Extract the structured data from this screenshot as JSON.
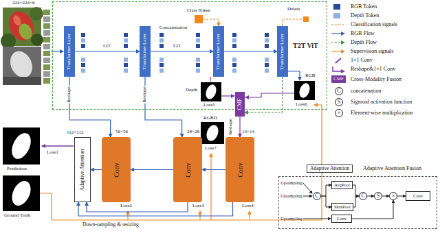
{
  "diagram": {
    "nodes": [
      {
        "text": [
          "T2T ViT"
        ]
      },
      {
        "text": [
          "Transformer Layer"
        ],
        "in": 0
      },
      {
        "text": [
          "Transformer Layer"
        ],
        "in": 0
      },
      {
        "text": [
          "Transformer Layer"
        ],
        "in": 0
      },
      {
        "text": [
          "Transformer Layer"
        ],
        "in": 0
      },
      {
        "text": [
          "Class Token"
        ],
        "in": 0
      },
      {
        "text": [
          "CMF"
        ]
      },
      {
        "text": [
          "56×56",
          "Conv"
        ]
      },
      {
        "text": [
          "28×28",
          "Conv"
        ]
      },
      {
        "text": [
          "14×14",
          "Conv"
        ]
      },
      {
        "text": [
          "112×112",
          "Adaptive Attention"
        ]
      },
      {
        "text": [
          "Adaptive Attention"
        ]
      },
      {
        "text": [
          "C"
        ],
        "in": 11
      },
      {
        "text": [
          "AvgPool"
        ],
        "in": 11
      },
      {
        "text": [
          "MaxPool"
        ],
        "in": 11
      },
      {
        "text": [
          "Conv"
        ],
        "in": 11
      },
      {
        "text": [
          "C"
        ],
        "in": 11
      },
      {
        "text": [
          "S"
        ],
        "in": 11
      },
      {
        "text": [
          "×"
        ],
        "in": 11
      },
      {
        "text": [
          "Conv"
        ],
        "in": 11
      }
    ],
    "edges": [
      {
        "from": 1,
        "to": 2,
        "label": "T2T",
        "arrow": "to"
      },
      {
        "from": 2,
        "to": 3,
        "label": "T2T",
        "arrow": "to"
      },
      {
        "from": 5,
        "to": 3,
        "label": "Concatenation",
        "arrow": "to"
      },
      {
        "from": 3,
        "to": 4,
        "arrow": "to"
      },
      {
        "from": 1,
        "to": 7,
        "label": "Reshape",
        "arrow": "to"
      },
      {
        "from": 2,
        "to": 8,
        "label": "Reshape",
        "arrow": "to"
      },
      {
        "from": 4,
        "to": 6,
        "arrow": "to"
      },
      {
        "from": 6,
        "to": 9,
        "label": "Reshape",
        "arrow": "to"
      },
      {
        "from": 9,
        "to": 8,
        "arrow": "to"
      },
      {
        "from": 8,
        "to": 7,
        "arrow": "to"
      },
      {
        "from": 7,
        "to": 10,
        "arrow": "to"
      },
      {
        "from": 8,
        "to": 10,
        "arrow": "to"
      },
      {
        "from": 9,
        "to": 10,
        "arrow": "to"
      },
      {
        "from": 12,
        "to": 13,
        "arrow": "to"
      },
      {
        "from": 12,
        "to": 14,
        "arrow": "to"
      },
      {
        "from": 13,
        "to": 16,
        "arrow": "to"
      },
      {
        "from": 14,
        "to": 16,
        "arrow": "to"
      },
      {
        "from": 16,
        "to": 17,
        "arrow": "to"
      },
      {
        "from": 17,
        "to": 18,
        "arrow": "to"
      },
      {
        "from": 15,
        "to": 18,
        "arrow": "to"
      },
      {
        "from": 18,
        "to": 19,
        "arrow": "to"
      }
    ],
    "labels": [
      "224×224×6",
      "Delete",
      "Depth",
      "RGB",
      "RGBD",
      "Loss5",
      "Loss6",
      "Loss7",
      "Loss1",
      "Loss2",
      "Loss3",
      "Loss4",
      "Prediction",
      "Ground Truth",
      "Down-sampling & resizing",
      "Upsampling",
      "Upsampling",
      "Upsampling",
      "CMF",
      "C",
      "S",
      "×"
    ],
    "legend": [
      {
        "text": "RGB Token",
        "color": "#2a4b9b"
      },
      {
        "text": "Depth Token",
        "color": "#8fb1e3"
      },
      {
        "text": "Classification signals"
      },
      {
        "text": "RGB Flow"
      },
      {
        "text": "Depth Flow"
      },
      {
        "text": "Supervision signals"
      },
      {
        "text": "1×1 Conv"
      },
      {
        "text": "Reshape&1×1 Conv"
      },
      {
        "text": "Cross-Modality Fusion"
      },
      {
        "text": "concatenation"
      },
      {
        "text": "Sigmoid activation function"
      },
      {
        "text": "Element-wise multiplication"
      },
      {
        "text": "Adaptive Attention Fusion"
      }
    ]
  }
}
